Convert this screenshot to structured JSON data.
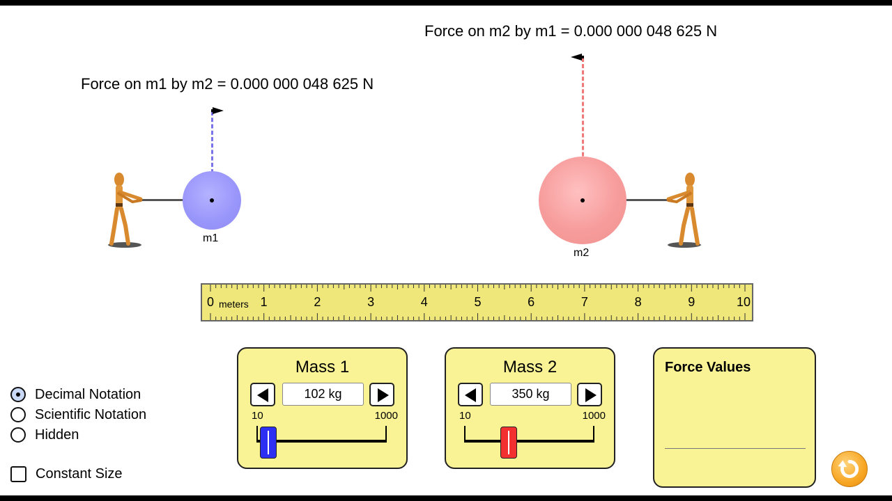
{
  "force_labels": {
    "m1": "Force on m1 by m2 = 0.000 000 048 625 N",
    "m2": "Force on m2 by m1 = 0.000 000 048 625 N"
  },
  "masses": {
    "m1_label": "m1",
    "m2_label": "m2",
    "m1_color": "#9a97fb",
    "m2_color": "#f79c9c"
  },
  "ruler": {
    "unit": "meters",
    "labels": [
      "0",
      "1",
      "2",
      "3",
      "4",
      "5",
      "6",
      "7",
      "8",
      "9",
      "10"
    ]
  },
  "mass1_control": {
    "title": "Mass 1",
    "value": "102 kg",
    "min_label": "10",
    "max_label": "1000",
    "min": 10,
    "max": 1000,
    "current": 102
  },
  "mass2_control": {
    "title": "Mass 2",
    "value": "350 kg",
    "min_label": "10",
    "max_label": "1000",
    "min": 10,
    "max": 1000,
    "current": 350
  },
  "force_values": {
    "title": "Force Values",
    "options": [
      "Decimal Notation",
      "Scientific Notation",
      "Hidden"
    ],
    "selected": "Decimal Notation",
    "constant_size_label": "Constant Size",
    "constant_size_checked": false
  },
  "icons": {
    "reset": "reset-icon",
    "puller": "puller-figure-icon"
  }
}
